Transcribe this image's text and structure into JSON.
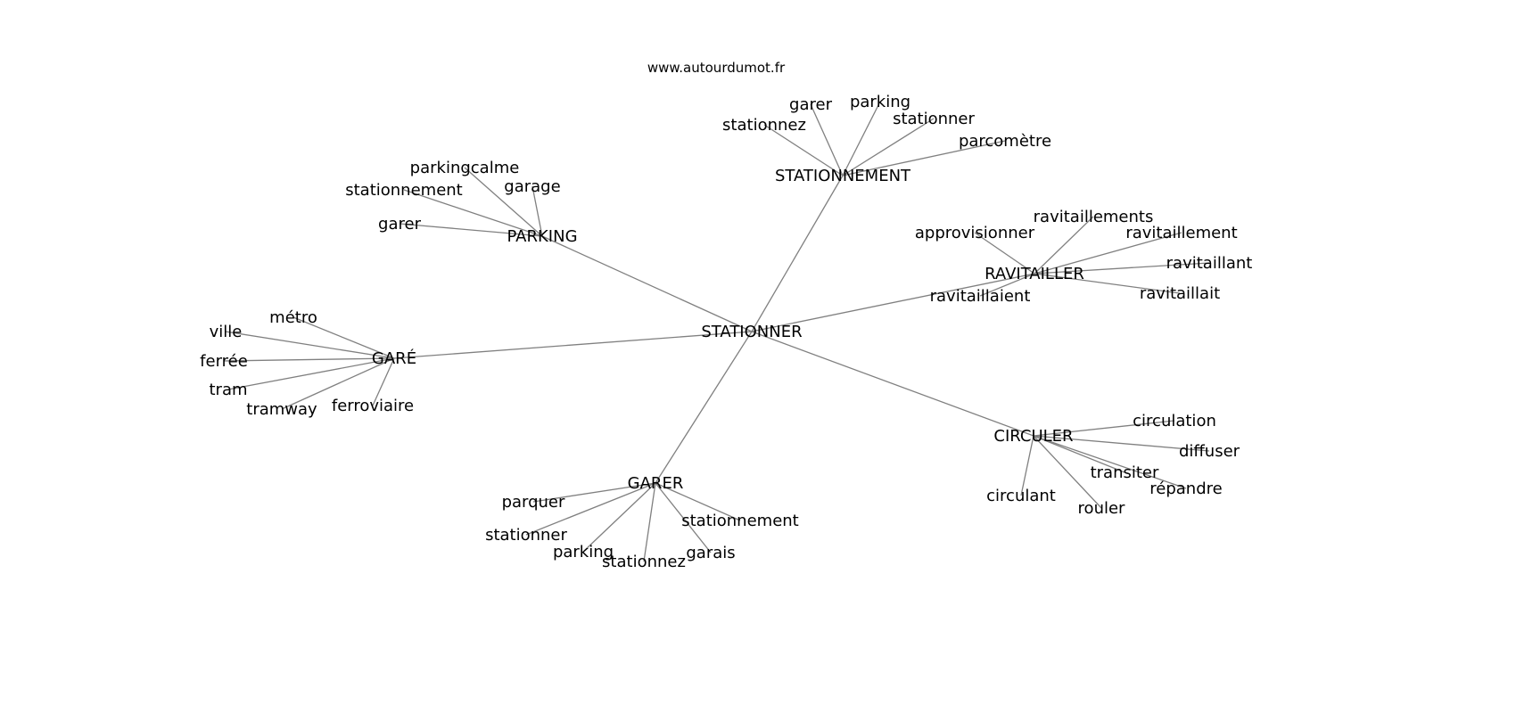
{
  "title": "www.autourdumot.fr",
  "graph": {
    "center": "STATIONNER",
    "clusters": [
      {
        "hub": "STATIONNEMENT",
        "leaves": [
          "stationnez",
          "garer",
          "parking",
          "stationner",
          "parcomètre"
        ]
      },
      {
        "hub": "PARKING",
        "leaves": [
          "parkingcalme",
          "stationnement",
          "garage",
          "garer"
        ]
      },
      {
        "hub": "RAVITAILLER",
        "leaves": [
          "approvisionner",
          "ravitaillements",
          "ravitaillement",
          "ravitaillant",
          "ravitaillait",
          "ravitaillaient"
        ]
      },
      {
        "hub": "GARÉ",
        "leaves": [
          "métro",
          "ville",
          "ferrée",
          "tram",
          "tramway",
          "ferroviaire"
        ]
      },
      {
        "hub": "CIRCULER",
        "leaves": [
          "circulation",
          "diffuser",
          "transiter",
          "répandre",
          "circulant",
          "rouler"
        ]
      },
      {
        "hub": "GARER",
        "leaves": [
          "parquer",
          "stationner",
          "parking",
          "stationnez",
          "garais",
          "stationnement"
        ]
      }
    ]
  },
  "colors": {
    "edge": "#808080",
    "text": "#000000",
    "background": "#ffffff"
  }
}
